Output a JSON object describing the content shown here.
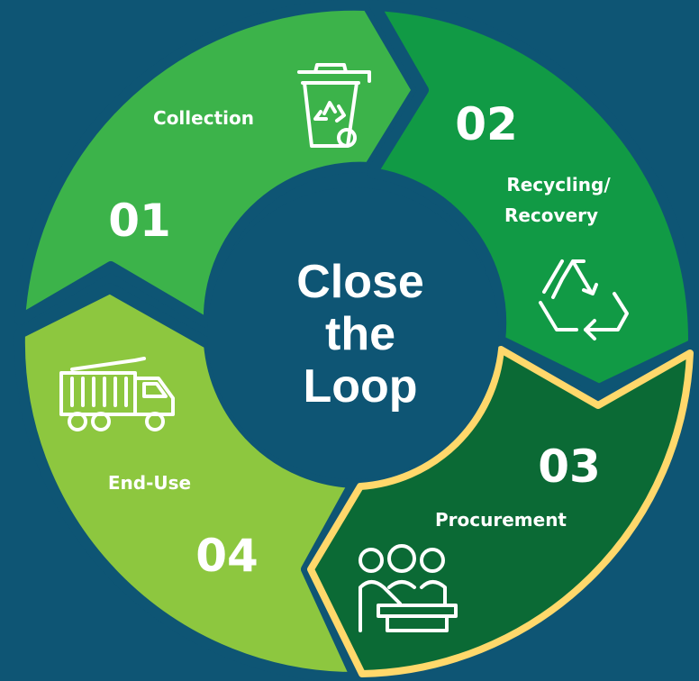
{
  "center": {
    "lines": [
      "Close",
      "the",
      "Loop"
    ]
  },
  "steps": [
    {
      "number": "01",
      "label_lines": [
        "Collection"
      ],
      "icon": "recycle-bin-icon",
      "color": "#3cb34a"
    },
    {
      "number": "02",
      "label_lines": [
        "Recycling/",
        "Recovery"
      ],
      "icon": "recycle-arrows-icon",
      "color": "#119a45"
    },
    {
      "number": "03",
      "label_lines": [
        "Procurement"
      ],
      "icon": "meeting-people-icon",
      "color": "#0b6a35",
      "highlight": "#ffd86b"
    },
    {
      "number": "04",
      "label_lines": [
        "End-Use"
      ],
      "icon": "garbage-truck-icon",
      "color": "#8dc73f"
    }
  ],
  "colors": {
    "background": "#0e5574",
    "center": "#0e5574"
  }
}
